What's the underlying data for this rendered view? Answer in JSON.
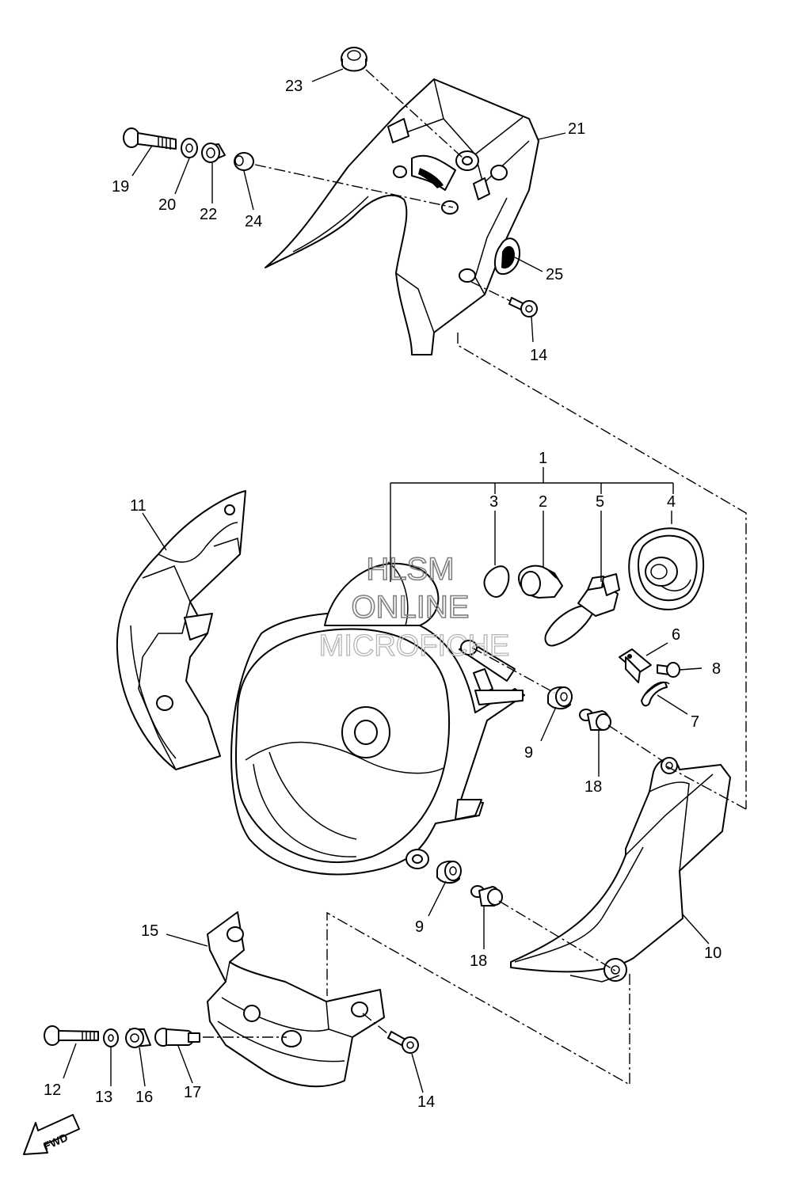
{
  "watermark": {
    "line1": "HLSM",
    "line2": "ONLINE",
    "line3": "MICROFICHE"
  },
  "direction_label": "FWD",
  "callouts": {
    "c1": "1",
    "c2": "2",
    "c3": "3",
    "c4": "4",
    "c5": "5",
    "c6": "6",
    "c7": "7",
    "c8": "8",
    "c9a": "9",
    "c9b": "9",
    "c10": "10",
    "c11": "11",
    "c12": "12",
    "c13": "13",
    "c14a": "14",
    "c14b": "14",
    "c15": "15",
    "c16": "16",
    "c17": "17",
    "c18a": "18",
    "c18b": "18",
    "c19": "19",
    "c20": "20",
    "c21": "21",
    "c22": "22",
    "c23": "23",
    "c24": "24",
    "c25": "25"
  }
}
